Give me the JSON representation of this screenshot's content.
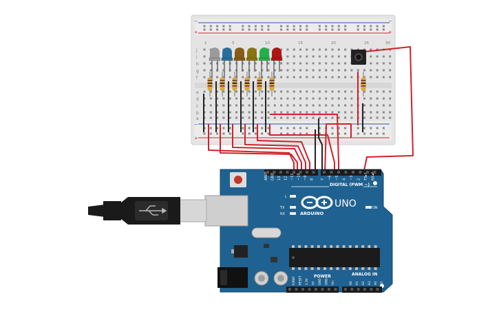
{
  "board": {
    "logo_text": "ARDUINO",
    "model": "UNO",
    "digital_label": "DIGITAL (PWM ~)",
    "power_label": "POWER",
    "analog_label": "ANALOG IN",
    "on_label": "ON",
    "tx_label": "TX",
    "rx_label": "RX",
    "l_label": "L",
    "digital_pins": [
      "AREF",
      "GND",
      "13",
      "12",
      "~11",
      "~10",
      "~9",
      "8",
      "7",
      "~6",
      "~5",
      "4",
      "~3",
      "2",
      "TX▸1",
      "RX◂0"
    ],
    "power_pins": [
      "IOREF",
      "RESET",
      "3.3V",
      "5V",
      "GND",
      "GND",
      "Vin"
    ],
    "analog_pins": [
      "A0",
      "A1",
      "A2",
      "A3",
      "A4",
      "A5"
    ]
  },
  "breadboard": {
    "row_letters_top": [
      "j",
      "i",
      "h",
      "g",
      "f"
    ],
    "row_letters_bottom": [
      "e",
      "d",
      "c",
      "b",
      "a"
    ],
    "column_numbers": [
      "1",
      "5",
      "10",
      "15",
      "20",
      "25",
      "30"
    ]
  },
  "components": {
    "leds": [
      {
        "color_name": "gray",
        "hex": "#9a9a9a"
      },
      {
        "color_name": "blue",
        "hex": "#2a6f9c"
      },
      {
        "color_name": "brown",
        "hex": "#8a5b16"
      },
      {
        "color_name": "olive",
        "hex": "#8a7410"
      },
      {
        "color_name": "green",
        "hex": "#23b04a"
      },
      {
        "color_name": "red",
        "hex": "#b01515"
      }
    ],
    "resistor_count": 7
  },
  "colors": {
    "wire_red": "#d0202a",
    "wire_black": "#222222",
    "board_blue": "#1f6190",
    "breadboard": "#e9e9e9"
  }
}
